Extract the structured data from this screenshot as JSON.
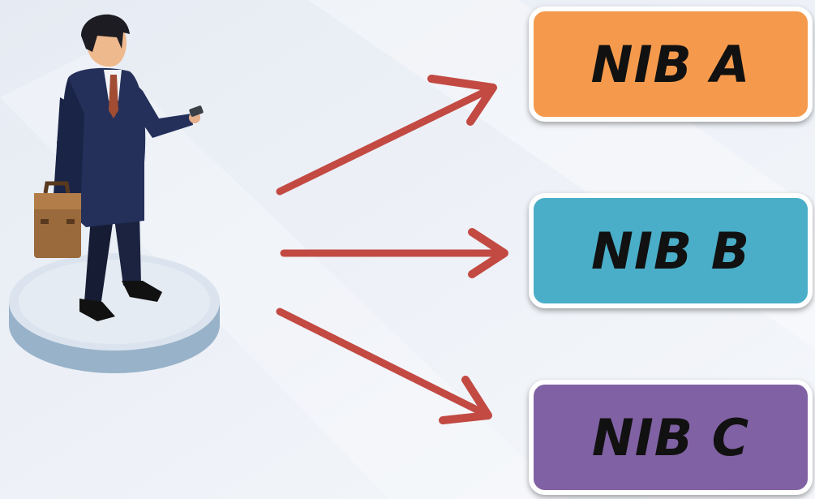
{
  "boxes": [
    {
      "label": "NIB A",
      "color": "#f59a4c"
    },
    {
      "label": "NIB B",
      "color": "#4aaec8"
    },
    {
      "label": "NIB C",
      "color": "#8061a3"
    }
  ],
  "colors": {
    "arrow": "#c24a43",
    "background": "#eef2f7",
    "pedestal_top": "#dbe4ee",
    "pedestal_side": "#98b2c9"
  },
  "icons": [
    "businessman-icon",
    "briefcase-icon",
    "phone-icon",
    "pedestal-icon",
    "arrow-icon"
  ]
}
